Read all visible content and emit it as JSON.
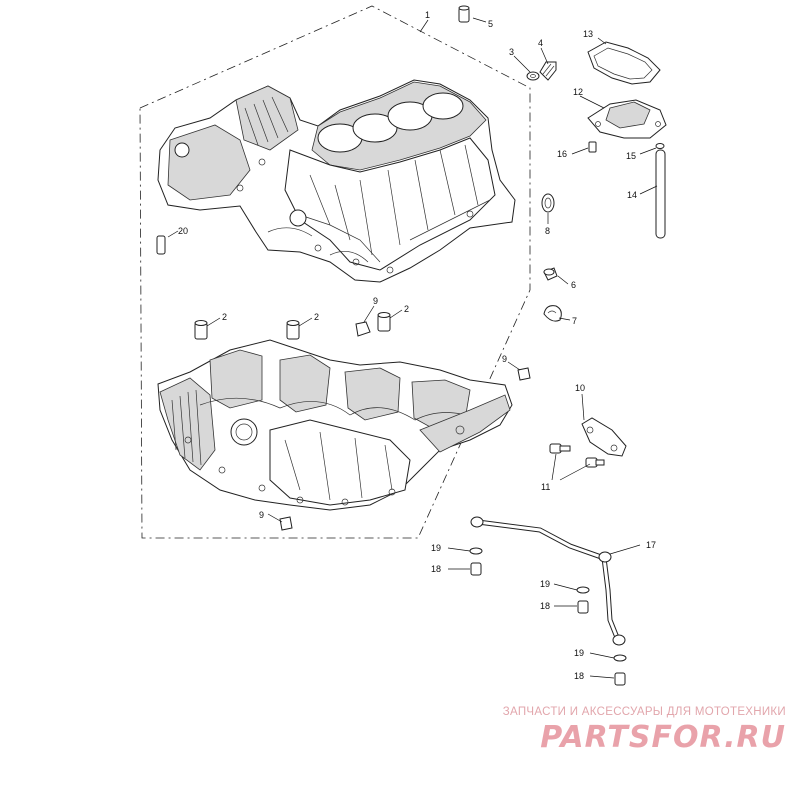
{
  "diagram": {
    "callouts": {
      "c1": "1",
      "c2a": "2",
      "c2b": "2",
      "c2c": "2",
      "c3": "3",
      "c4": "4",
      "c5": "5",
      "c6": "6",
      "c7": "7",
      "c8": "8",
      "c9a": "9",
      "c9b": "9",
      "c9c": "9",
      "c10": "10",
      "c11": "11",
      "c12": "12",
      "c13": "13",
      "c14": "14",
      "c15": "15",
      "c16": "16",
      "c17": "17",
      "c18a": "18",
      "c18b": "18",
      "c18c": "18",
      "c19a": "19",
      "c19b": "19",
      "c19c": "19",
      "c20": "20"
    }
  },
  "watermark": {
    "caption": "ЗАПЧАСТИ И АКСЕССУАРЫ ДЛЯ МОТОТЕХНИКИ",
    "logo_text": "PARTSFOR.RU"
  },
  "colors": {
    "watermark": "#e9a2aa",
    "line": "#222222",
    "background": "#ffffff"
  }
}
